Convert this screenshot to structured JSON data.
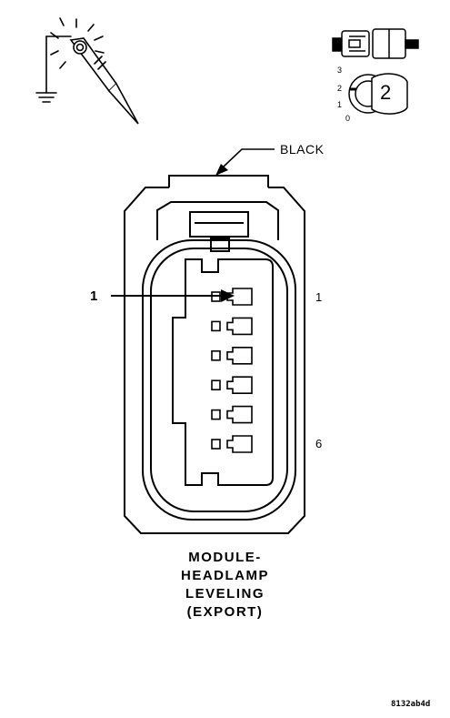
{
  "connector": {
    "color_label": "BLACK",
    "pin_numbers": {
      "top": "1",
      "bottom": "6"
    },
    "pin_count": 6,
    "callout_number": "1"
  },
  "selector_scale": [
    "3",
    "2",
    "1",
    "0"
  ],
  "selector_value": "2",
  "title_lines": [
    "MODULE-",
    "HEADLAMP",
    "LEVELING",
    "(EXPORT)"
  ],
  "figure_id": "8132ab4d",
  "icons": [
    "test-light-ground-icon",
    "connector-plug-icon",
    "selector-dial-icon"
  ],
  "colors": {
    "line": "#000000",
    "background": "#ffffff"
  }
}
